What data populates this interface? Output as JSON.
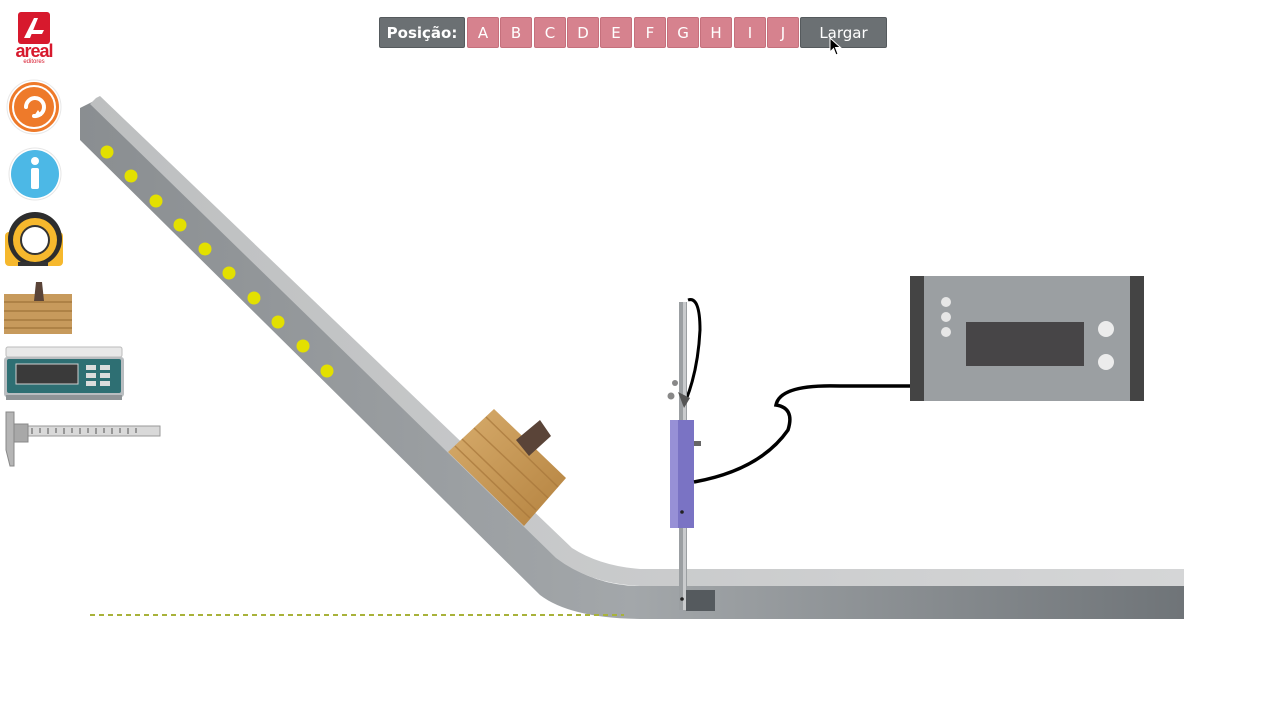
{
  "brand": {
    "name": "areal",
    "sub": "editores"
  },
  "toolbar": {
    "position_label": "Posição:",
    "positions": [
      "A",
      "B",
      "C",
      "D",
      "E",
      "F",
      "G",
      "H",
      "I",
      "J"
    ],
    "drop_label": "Largar"
  },
  "sidebar": {
    "tools": [
      {
        "name": "reset-icon"
      },
      {
        "name": "info-icon"
      },
      {
        "name": "tape-measure-icon"
      },
      {
        "name": "wood-block-icon"
      },
      {
        "name": "scale-icon"
      },
      {
        "name": "caliper-icon"
      }
    ]
  },
  "colors": {
    "accent_pink": "#d6828e",
    "toolbar_gray": "#6b7073",
    "brand_red": "#d7192d",
    "marker_yellow": "#e3e000",
    "gate_blue": "#7a73c4"
  }
}
